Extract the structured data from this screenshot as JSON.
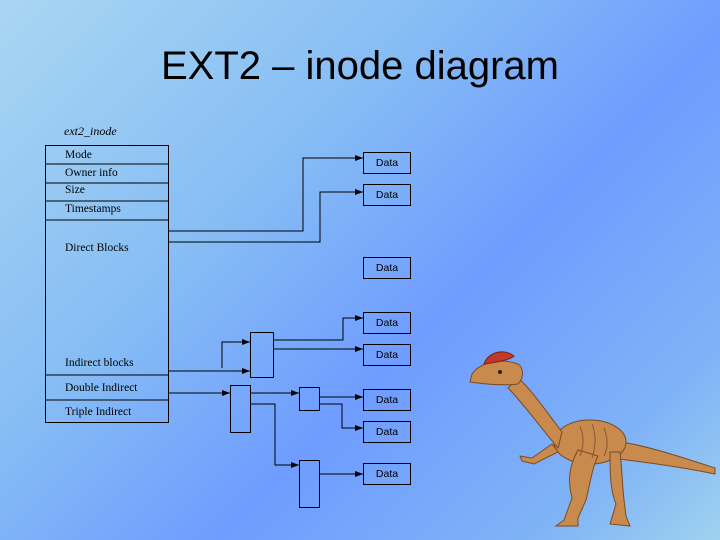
{
  "title": "EXT2 – inode diagram",
  "diagram_label": "ext2_inode",
  "inode_fields": [
    "Mode",
    "Owner info",
    "Size",
    "Timestamps",
    "Direct Blocks",
    "Indirect blocks",
    "Double Indirect",
    "Triple Indirect"
  ],
  "data_blocks": [
    "Data",
    "Data",
    "Data",
    "Data",
    "Data",
    "Data",
    "Data",
    "Data"
  ],
  "colors": {
    "bg_light": "#a9d6f2",
    "bg_mid": "#6f9cff",
    "stroke": "#000000",
    "dino_body": "#c98a4e",
    "dino_crest": "#c0392b"
  }
}
